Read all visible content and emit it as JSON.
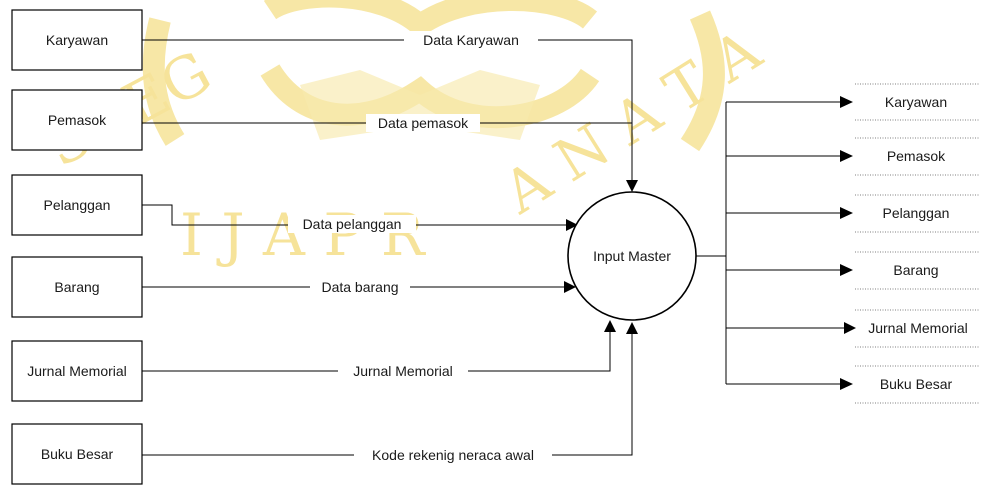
{
  "external_entities": [
    {
      "id": "karyawan",
      "label": "Karyawan",
      "fill": "#fdfdf2"
    },
    {
      "id": "pemasok",
      "label": "Pemasok",
      "fill": "#fbf6d8"
    },
    {
      "id": "pelanggan",
      "label": "Pelanggan",
      "fill": "#ffffff"
    },
    {
      "id": "barang",
      "label": "Barang",
      "fill": "#ffffff"
    },
    {
      "id": "jurnal-memorial",
      "label": "Jurnal Memorial",
      "fill": "#ffffff"
    },
    {
      "id": "buku-besar",
      "label": "Buku Besar",
      "fill": "#ffffff"
    }
  ],
  "flows": [
    {
      "id": "data-karyawan",
      "label": "Data Karyawan"
    },
    {
      "id": "data-pemasok",
      "label": "Data pemasok"
    },
    {
      "id": "data-pelanggan",
      "label": "Data pelanggan"
    },
    {
      "id": "data-barang",
      "label": "Data barang"
    },
    {
      "id": "jurnal-memorial",
      "label": "Jurnal Memorial"
    },
    {
      "id": "kode-rekening",
      "label": "Kode rekenig neraca awal"
    }
  ],
  "process": {
    "label": "Input Master"
  },
  "data_stores": [
    {
      "id": "karyawan",
      "label": "Karyawan"
    },
    {
      "id": "pemasok",
      "label": "Pemasok"
    },
    {
      "id": "pelanggan",
      "label": "Pelanggan"
    },
    {
      "id": "barang",
      "label": "Barang"
    },
    {
      "id": "jurnal-memorial",
      "label": "Jurnal Memorial"
    },
    {
      "id": "buku-besar",
      "label": "Buku Besar"
    }
  ],
  "watermark": {
    "text": "SOEGIJAPRANATA",
    "color": "#f6e39a"
  }
}
